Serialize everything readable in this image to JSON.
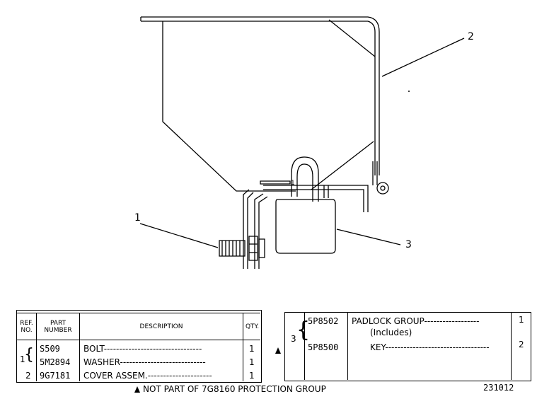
{
  "callouts": {
    "c1": "1",
    "c2": "2",
    "c3": "3",
    "inner": "1"
  },
  "table_left": {
    "headers": {
      "ref": "REF. NO.",
      "part": "PART NUMBER",
      "desc": "DESCRIPTION",
      "qty": "QTY."
    },
    "rows": [
      {
        "ref": "1",
        "part": "S509",
        "desc": "BOLT--------------------------------",
        "qty": "1"
      },
      {
        "ref": "",
        "part": "5M2894",
        "desc": "WASHER----------------------------",
        "qty": "1"
      },
      {
        "ref": "2",
        "part": "9G7181",
        "desc": "COVER ASSEM.---------------------",
        "qty": "1"
      }
    ]
  },
  "table_right": {
    "ref": "3",
    "rows": [
      {
        "part": "5P8502",
        "desc": "PADLOCK GROUP------------------",
        "qty": "1"
      },
      {
        "part": "",
        "desc": "(Includes)",
        "qty": ""
      },
      {
        "part": "5P8500",
        "desc": "KEY----------------------------------",
        "qty": "2"
      }
    ]
  },
  "footnote": "NOT PART OF 7G8160 PROTECTION GROUP",
  "figure_number": "231012"
}
